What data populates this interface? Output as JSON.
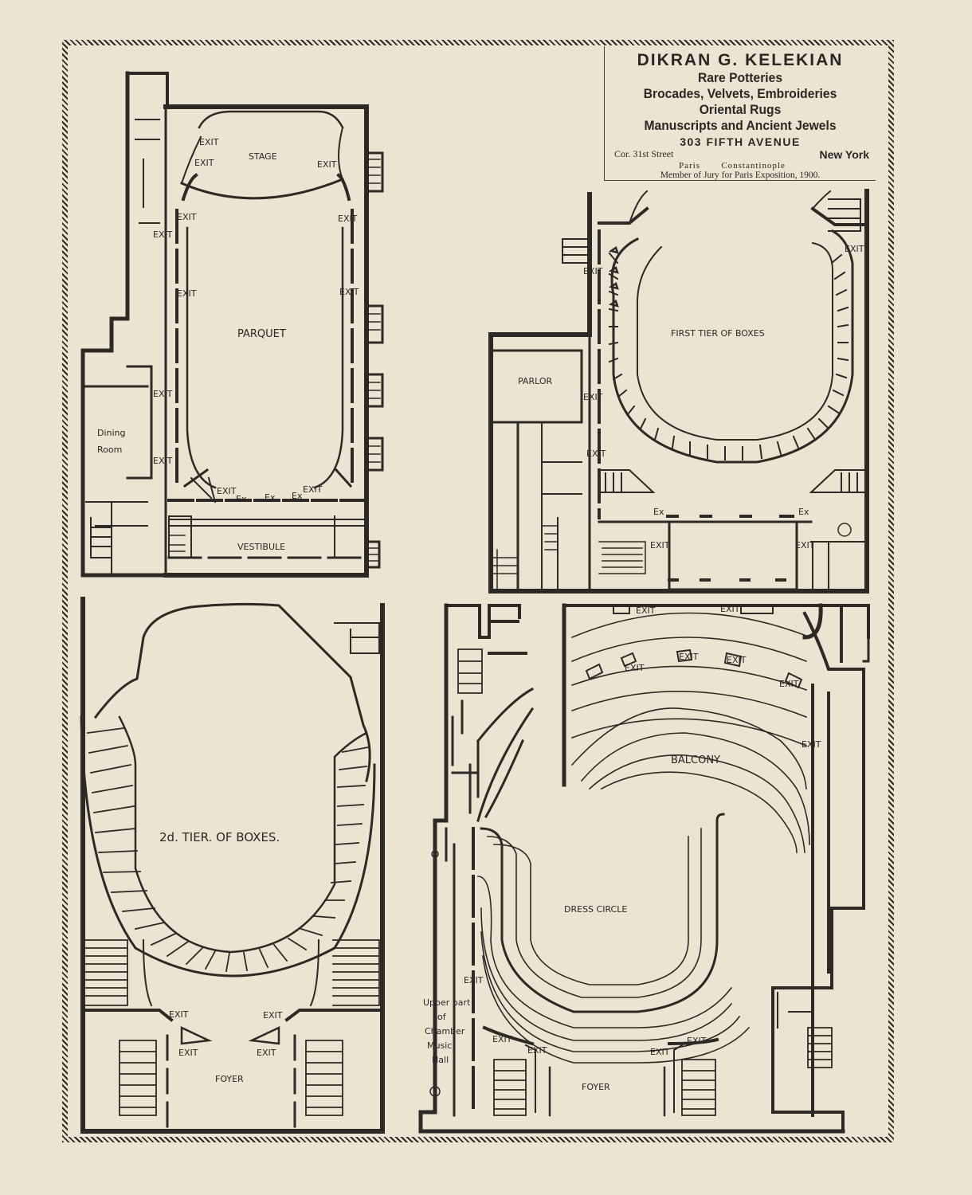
{
  "advertisement": {
    "name": "DIKRAN G. KELEKIAN",
    "lines": [
      "Rare Potteries",
      "Brocades, Velvets, Embroideries",
      "Oriental Rugs",
      "Manuscripts and Ancient Jewels"
    ],
    "address": "303 FIFTH AVENUE",
    "corner": "Cor. 31st Street",
    "city": "New York",
    "branch_1": "Paris",
    "branch_2": "Constantinople",
    "jury_note": "Member of Jury for Paris Exposition, 1900."
  },
  "plans": {
    "parquet": {
      "exit": "EXIT",
      "ex": "Ex",
      "stage": "STAGE",
      "title": "PARQUET",
      "dining_1": "Dining",
      "dining_2": "Room",
      "vestibule": "VESTIBULE"
    },
    "first_tier": {
      "exit": "EXIT",
      "ex": "Ex",
      "title": "FIRST TIER OF BOXES",
      "parlor": "PARLOR"
    },
    "second_tier": {
      "exit": "EXIT",
      "title": "2d. TIER. OF BOXES.",
      "foyer": "FOYER"
    },
    "balcony_dress": {
      "exit": "EXIT",
      "balcony": "BALCONY",
      "dress_circle": "DRESS CIRCLE",
      "foyer": "FOYER",
      "chamber_1": "Upper part",
      "chamber_2": "of",
      "chamber_3": "Chamber",
      "chamber_4": "Music",
      "chamber_5": "Hall"
    }
  }
}
